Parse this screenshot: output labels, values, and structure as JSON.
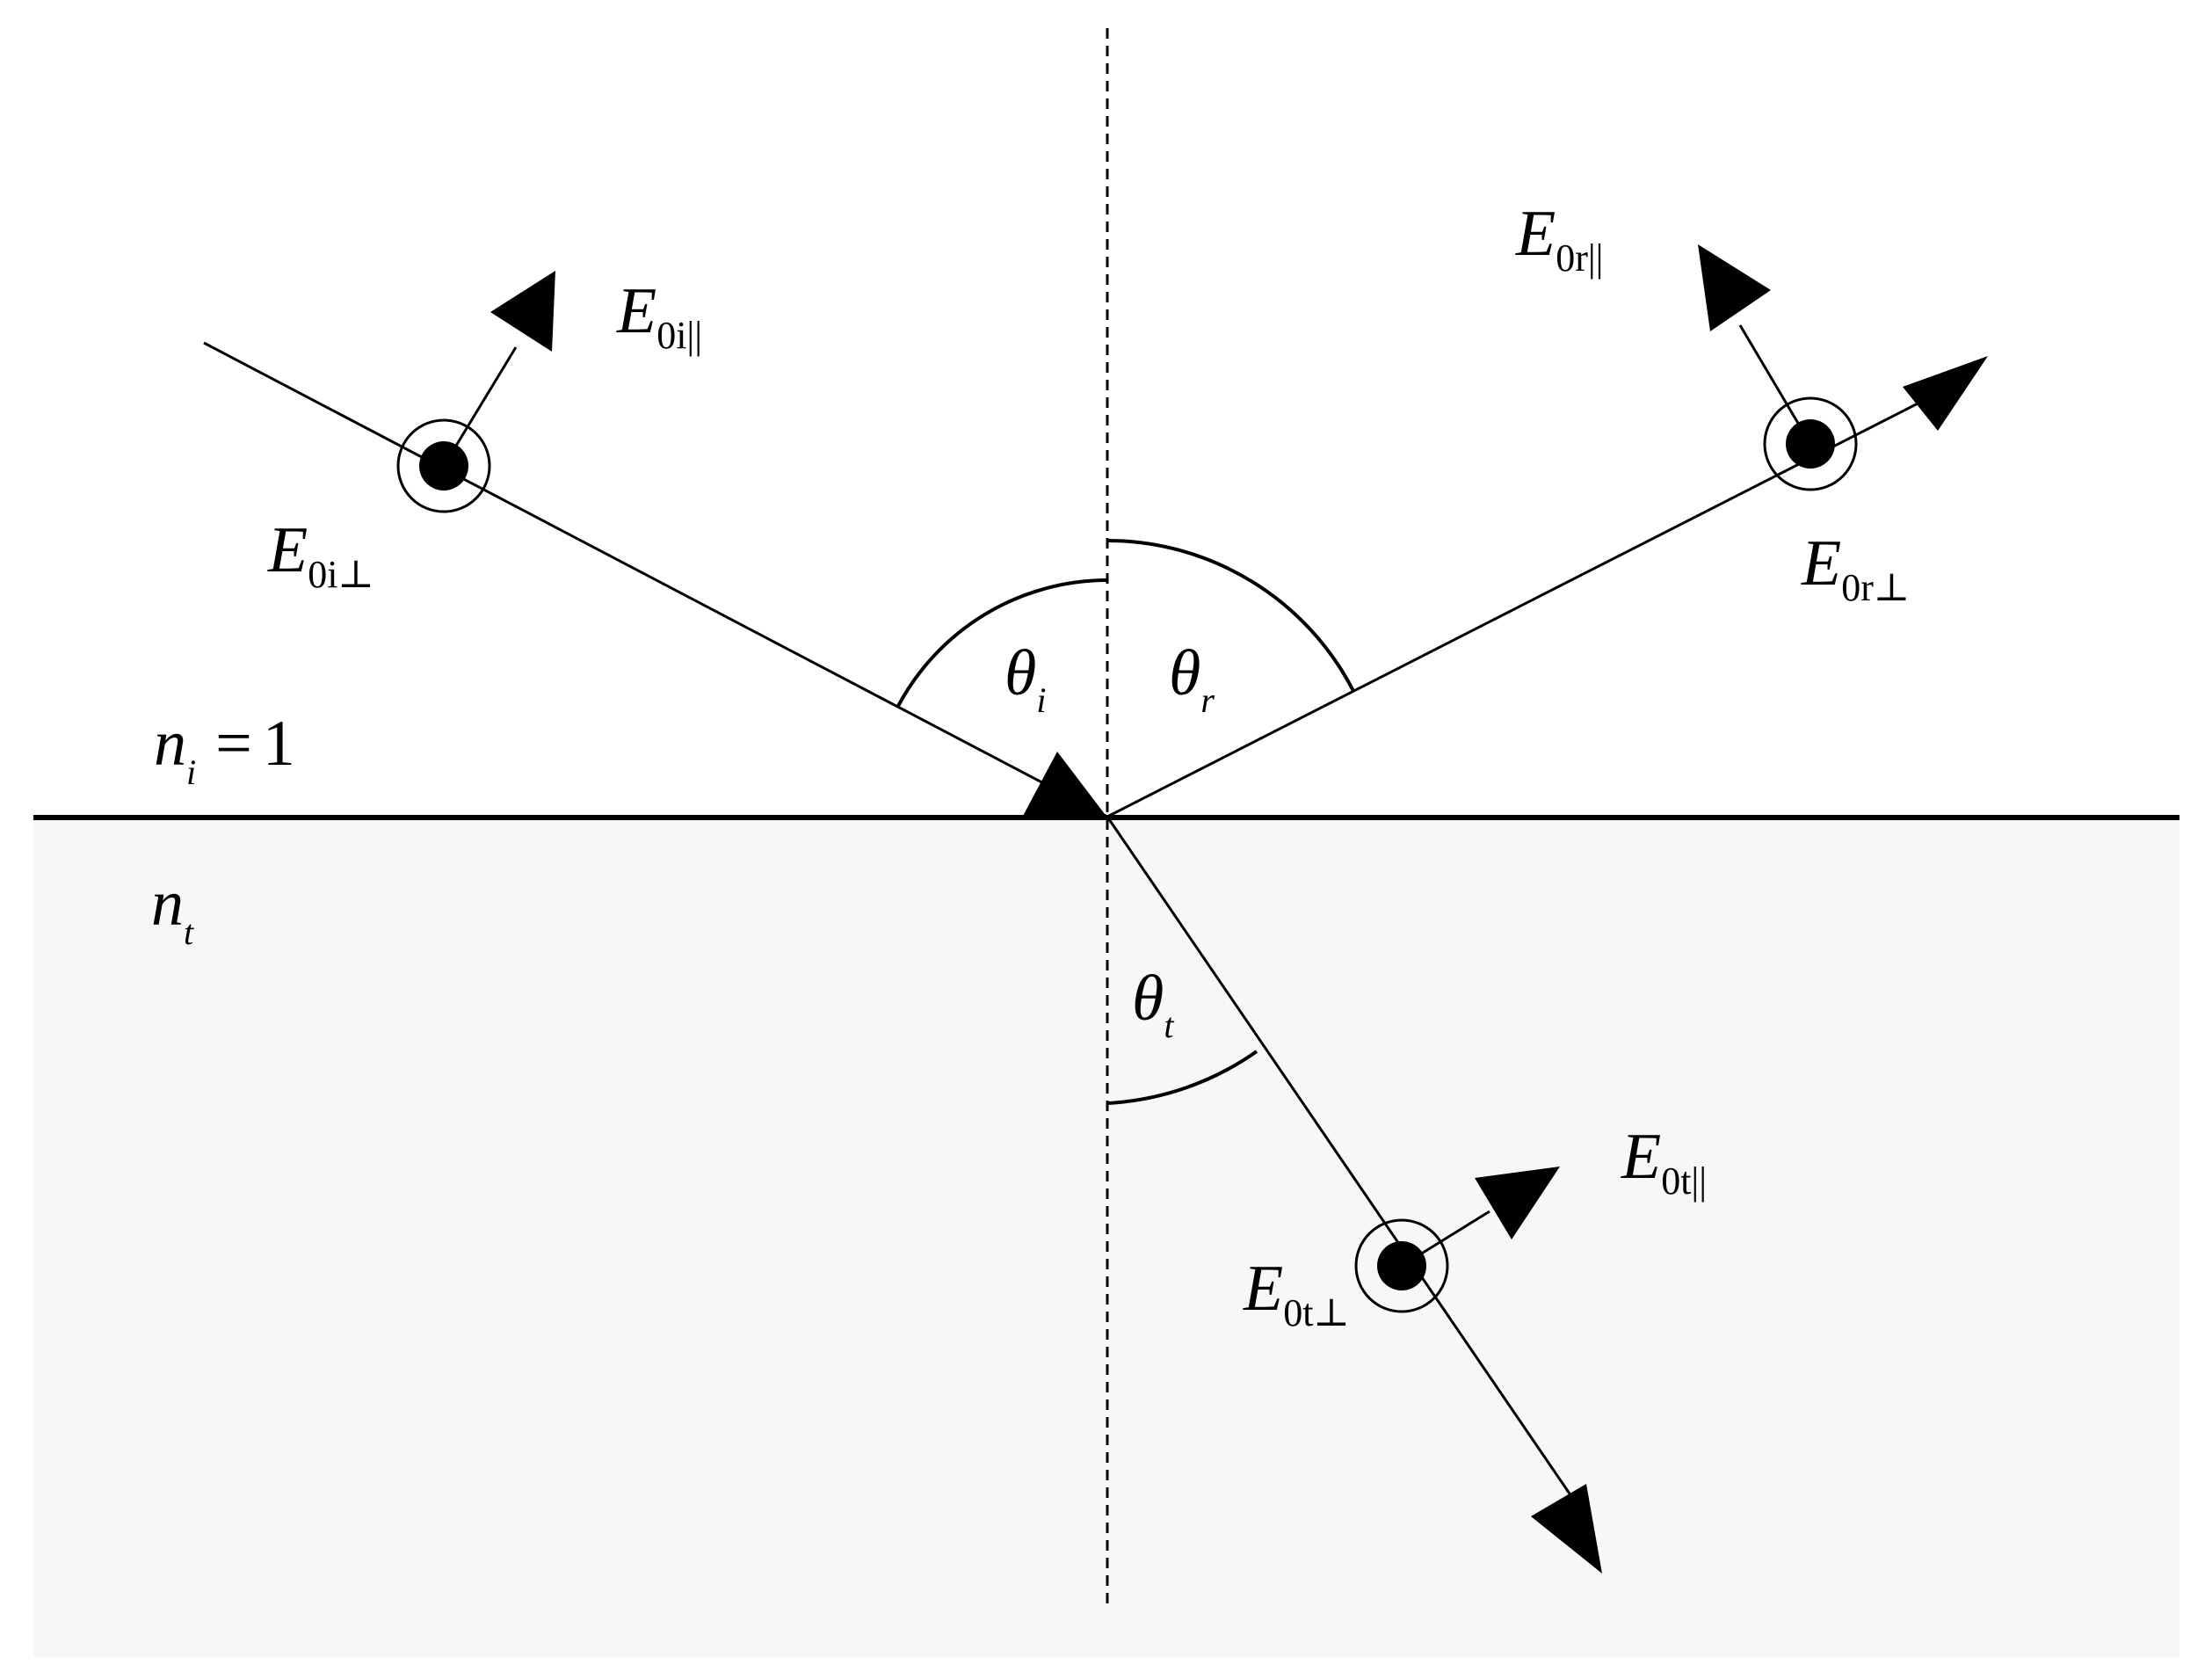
{
  "media": {
    "incident": {
      "base": "n",
      "sub": "i",
      "eq": "=",
      "value": "1"
    },
    "transmitted": {
      "base": "n",
      "sub": "t"
    }
  },
  "angles": {
    "incident": {
      "symbol": "θ",
      "sub": "i"
    },
    "reflected": {
      "symbol": "θ",
      "sub": "r"
    },
    "transmitted": {
      "symbol": "θ",
      "sub": "t"
    }
  },
  "fields": {
    "incident_parallel": {
      "base": "E",
      "sub": "0i||"
    },
    "incident_perp": {
      "base": "E",
      "sub": "0i⊥"
    },
    "reflected_parallel": {
      "base": "E",
      "sub": "0r||"
    },
    "reflected_perp": {
      "base": "E",
      "sub": "0r⊥"
    },
    "transmitted_parallel": {
      "base": "E",
      "sub": "0t||"
    },
    "transmitted_perp": {
      "base": "E",
      "sub": "0t⊥"
    }
  },
  "colors": {
    "background": "#ffffff",
    "lower_medium": "#f7f7f7",
    "ink": "#000000"
  }
}
